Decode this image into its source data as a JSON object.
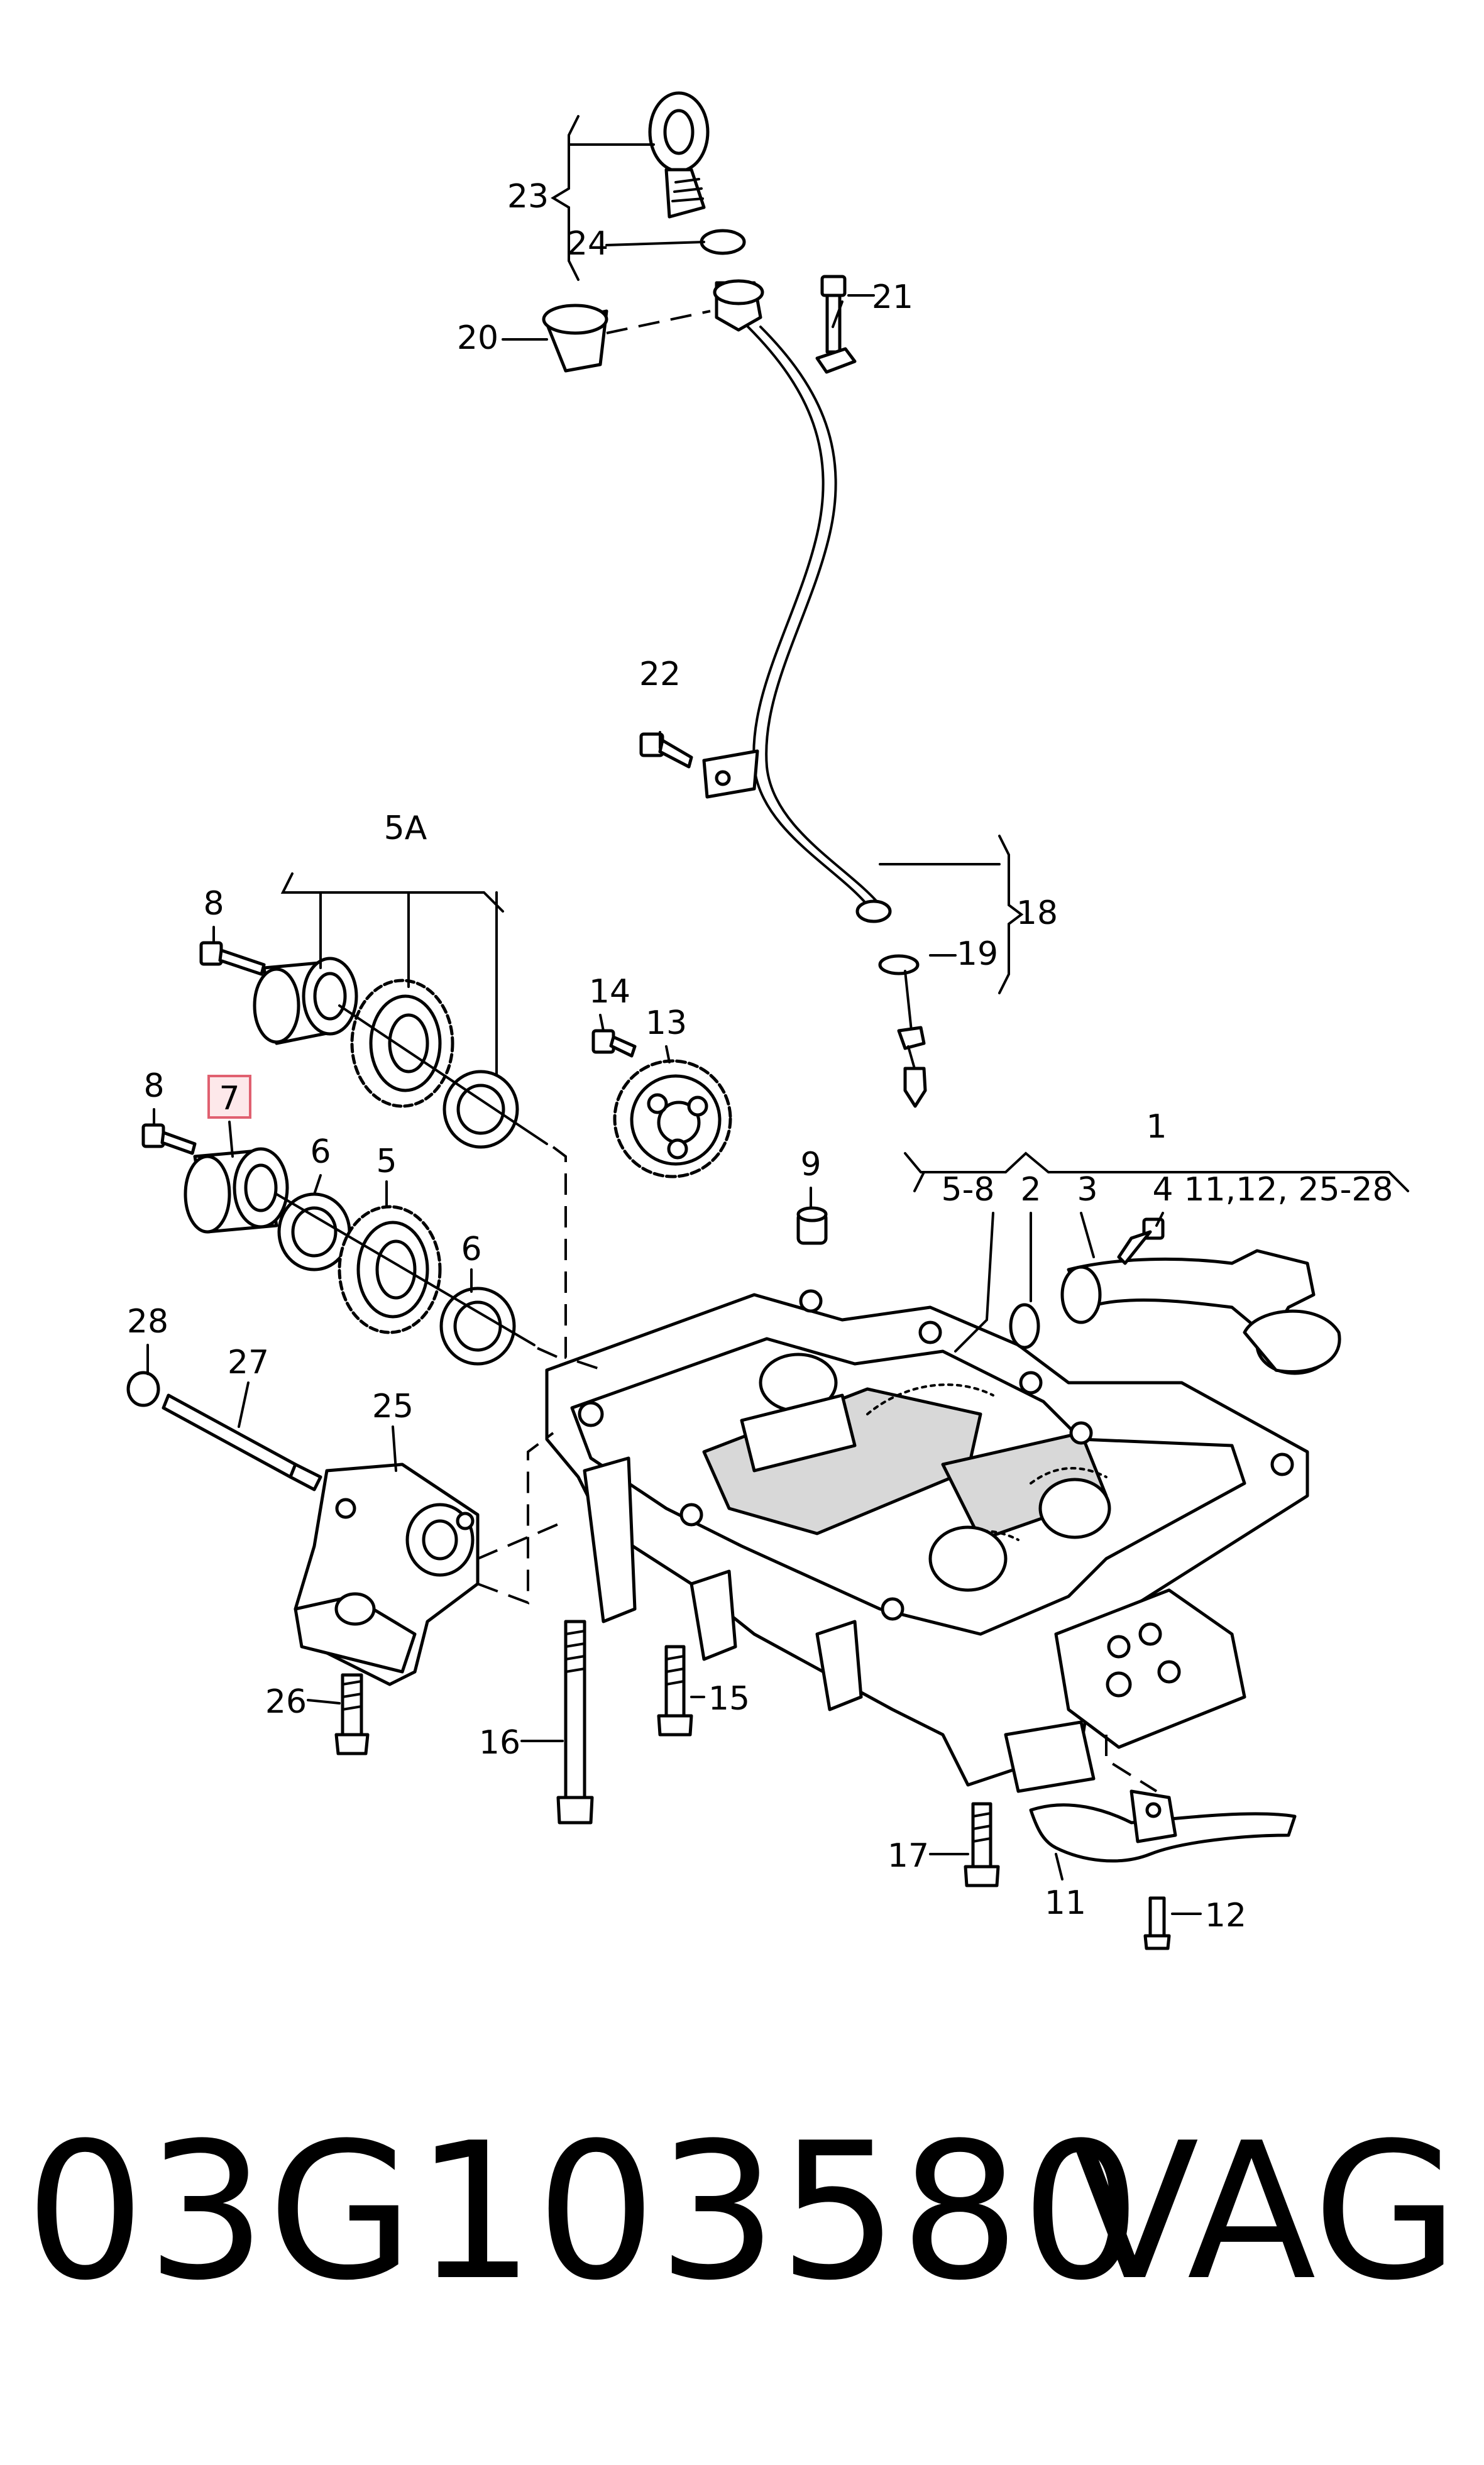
{
  "callouts": {
    "c1": "1",
    "c2": "2",
    "c3": "3",
    "c4": "4",
    "c5": "5",
    "c5a": "5A",
    "c5_8": "5-8",
    "c6a": "6",
    "c6b": "6",
    "c7": "7",
    "c8a": "8",
    "c8b": "8",
    "c9": "9",
    "c11": "11",
    "c11_12": "11,12, 25-28",
    "c12": "12",
    "c13": "13",
    "c14": "14",
    "c15": "15",
    "c16": "16",
    "c17": "17",
    "c18": "18",
    "c19": "19",
    "c20": "20",
    "c21": "21",
    "c22": "22",
    "c23": "23",
    "c24": "24",
    "c25": "25",
    "c26": "26",
    "c27": "27",
    "c28": "28"
  },
  "highlight": {
    "color": "#e06070",
    "fill": "#fde8ea"
  },
  "footer": {
    "part_number": "03G103580",
    "brand": "VAG"
  }
}
